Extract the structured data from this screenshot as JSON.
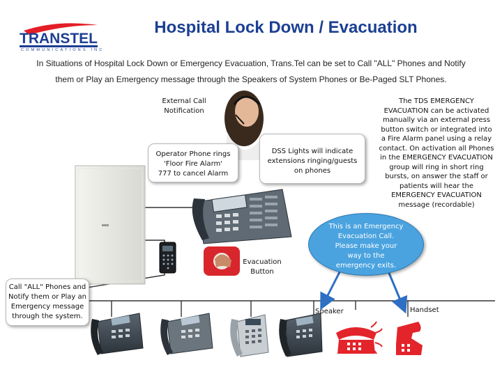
{
  "logo": {
    "name": "TransTel",
    "tagline": "COMMUNICATIONS INC"
  },
  "title": "Hospital Lock Down / Evacuation",
  "intro": {
    "line1": "In Situations of Hospital Lock Down or Emergency Evacuation, Trans.Tel can be set to Call \"ALL\" Phones and Notify",
    "line2": "them or Play an Emergency message through the Speakers of System Phones or Be-Paged SLT Phones."
  },
  "labels": {
    "external_call": [
      "External Call",
      "Notification"
    ],
    "operator_phone": [
      "Operator Phone rings",
      "'Floor Fire Alarm'",
      "777 to cancel Alarm"
    ],
    "dss_lights": [
      "DSS Lights will indicate",
      "extensions ringing/guests",
      "on phones"
    ],
    "tds_emergency": [
      "The TDS EMERGENCY",
      "EVACUATION can be activated",
      "manually via an external press",
      "button switch or integrated into",
      "a Fire Alarm panel using a relay",
      "contact. On activation all Phones",
      "in the EMERGENCY EVACUATION",
      "group will ring in short ring",
      "bursts, on answer the staff or",
      "patients will hear the",
      "EMERGENCY EVACUATION",
      "message (recordable)"
    ],
    "evacuation_message": [
      "This is an Emergency",
      "Evacuation Call.",
      "Please make your",
      "way to the",
      "emergency exits."
    ],
    "evacuation_button": [
      "Evacuation",
      "Button"
    ],
    "call_all": [
      "Call \"ALL\" Phones and",
      "Notify them or Play an",
      "Emergency message",
      "through the system."
    ],
    "speaker": "Speaker",
    "handset": "Handset"
  },
  "colors": {
    "title": "#1c3f93",
    "logo_red": "#e41e26",
    "bubble_blue": "#4aa3df",
    "alarm_red": "#e3242b",
    "arrow_blue": "#2f6fc4"
  }
}
